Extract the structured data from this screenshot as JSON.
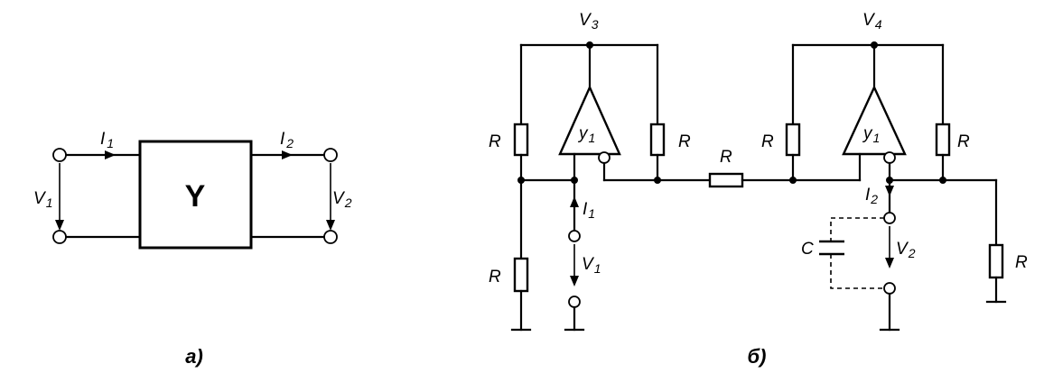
{
  "panel_a": {
    "block_label": "Y",
    "i1": "I",
    "i1_sub": "1",
    "i2": "I",
    "i2_sub": "2",
    "v1": "V",
    "v1_sub": "1",
    "v2": "V",
    "v2_sub": "2",
    "caption": "a)"
  },
  "panel_b": {
    "v3": "V",
    "v3_sub": "3",
    "v4": "V",
    "v4_sub": "4",
    "r_label": "R",
    "amp1": "y",
    "amp1_sub": "1",
    "amp2": "y",
    "amp2_sub": "1",
    "i1": "I",
    "i1_sub": "1",
    "v1": "V",
    "v1_sub": "1",
    "i2": "I",
    "i2_sub": "2",
    "v2": "V",
    "v2_sub": "2",
    "c_label": "C",
    "caption": "б)"
  }
}
